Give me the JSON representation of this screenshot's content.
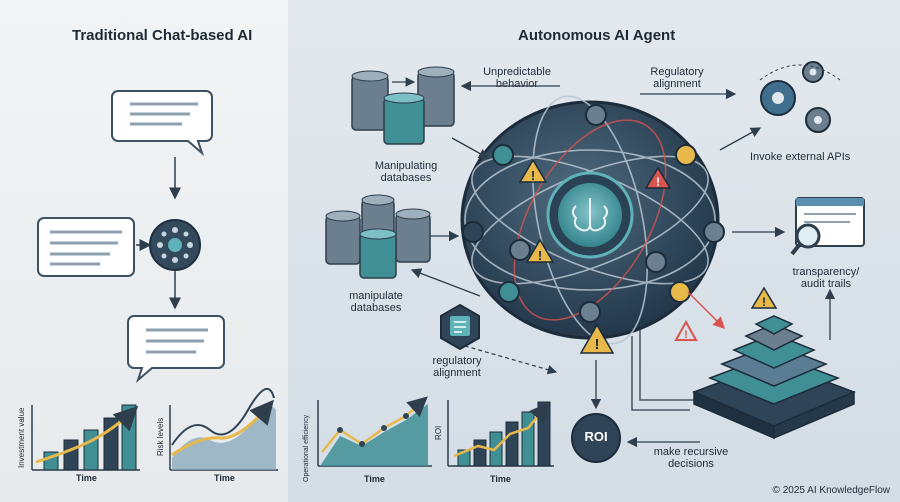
{
  "left_panel": {
    "title": "Traditional Chat-based AI",
    "chart_investment": {
      "ylabel": "Investment value",
      "xlabel": "Time"
    },
    "chart_risk": {
      "ylabel": "Risk levels",
      "xlabel": "Time"
    }
  },
  "right_panel": {
    "title": "Autonomous AI Agent",
    "labels": {
      "unpredictable": "Unpredictable behavior",
      "regulatory_top": "Regulatory alignment",
      "manipulating_db": "Manipulating databases",
      "invoke_apis": "Invoke external APIs",
      "manipulate_db": "manipulate databases",
      "transparency": "transparency/ audit trails",
      "regulatory_bottom": "regulatory alignment",
      "recursive": "make recursive decisions",
      "roi_node": "ROI"
    },
    "chart_efficiency": {
      "ylabel": "Operational efficiency",
      "xlabel": "Time"
    },
    "chart_roi": {
      "ylabel": "ROI",
      "xlabel": "Time"
    }
  },
  "footer": "© 2025 AI KnowledgeFlow",
  "colors": {
    "dark_navy": "#2f4456",
    "teal": "#3f8f95",
    "warning": "#e8b94a",
    "alert_red": "#d9534f",
    "accent_blue": "#5b8fb0"
  }
}
